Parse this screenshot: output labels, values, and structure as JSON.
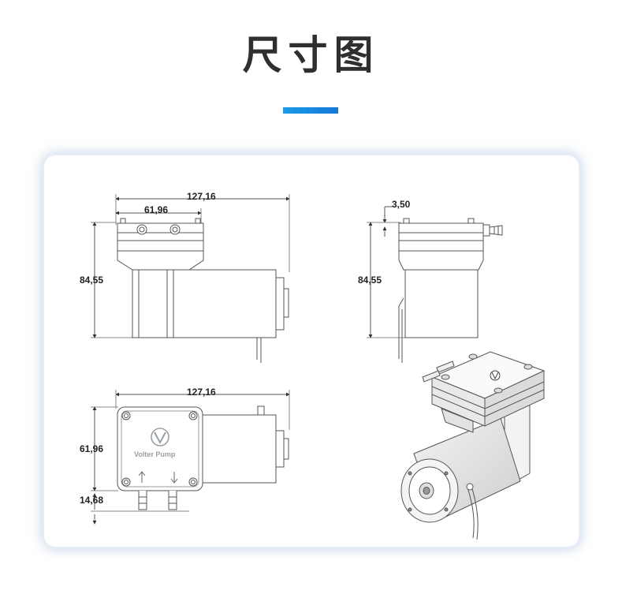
{
  "page_title": "尺寸图",
  "accent_color": "#1a8ae3",
  "dimensions": {
    "front_overall_width": "127,16",
    "front_head_width": "61,96",
    "front_height": "84,55",
    "side_offset": "3,50",
    "side_height": "84,55",
    "top_overall_width": "127,16",
    "top_head_depth": "61,96",
    "top_nozzle_length": "14,68"
  },
  "brand_label": "Volter Pump"
}
